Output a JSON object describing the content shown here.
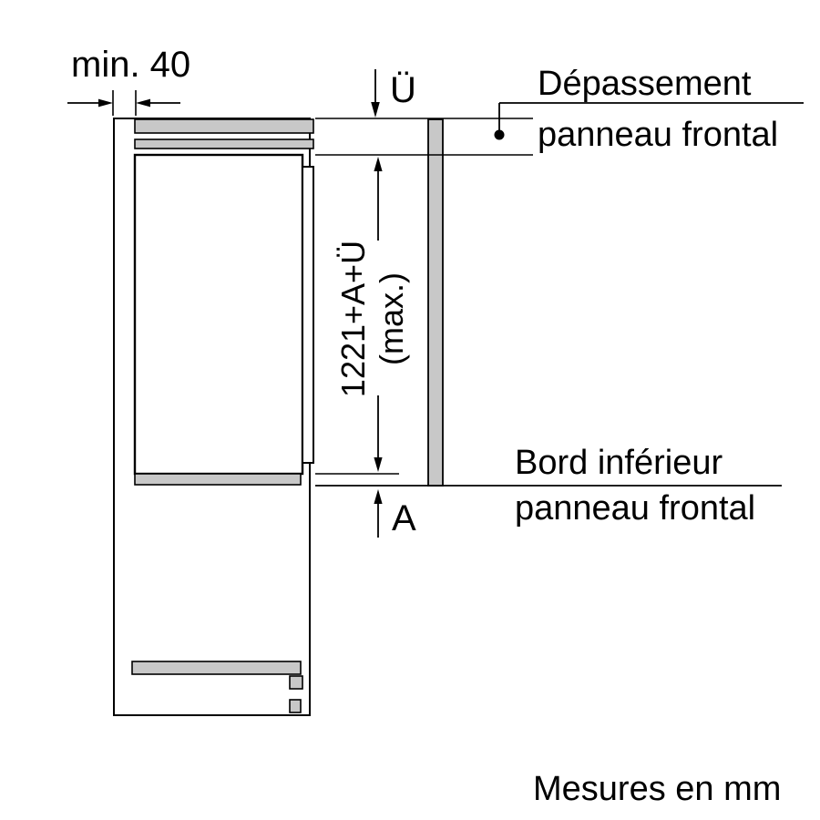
{
  "page": {
    "footer_note": "Mesures en mm"
  },
  "diagram": {
    "dimensions": {
      "gap_top_left": "min. 40",
      "overhang": "Ü",
      "panel_height_value": "1221+A+Ü",
      "panel_height_qualifier": "(max.)",
      "lower_offset": "A"
    },
    "annotations": {
      "overhang_note_line1": "Dépassement",
      "overhang_note_line2": "panneau frontal",
      "lower_edge_note_line1": "Bord inférieur",
      "lower_edge_note_line2": "panneau frontal"
    },
    "colors": {
      "panel_fill": "#c8c8c8",
      "line": "#000000",
      "background": "#ffffff"
    }
  }
}
